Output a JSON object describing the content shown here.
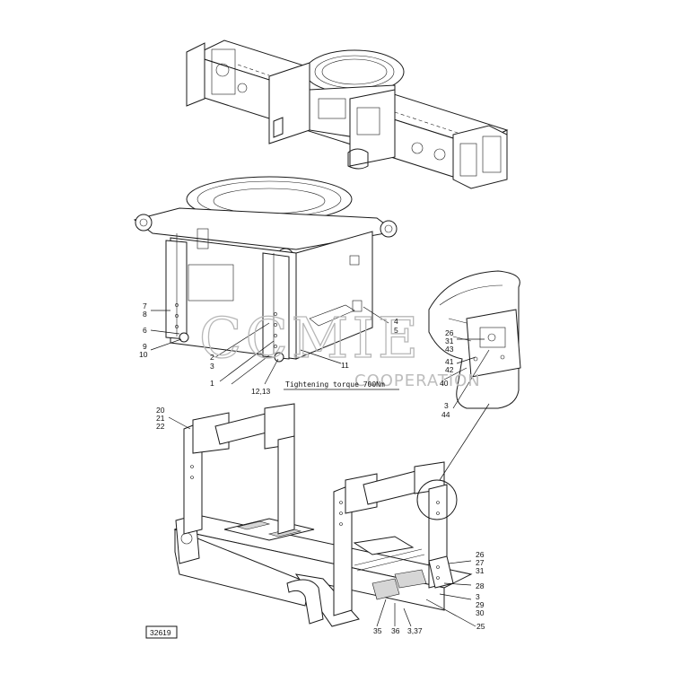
{
  "drawing_number": "32619",
  "watermark": {
    "line1": "CCMIE",
    "line2": "COOPERATION"
  },
  "torque_note": "Tightening torque 700Nm",
  "labels": {
    "l7": "7",
    "l8": "8",
    "l6": "6",
    "l9": "9",
    "l10": "10",
    "l2": "2",
    "l3a": "3",
    "l1": "1",
    "l12_13": "12,13",
    "l11": "11",
    "l4": "4",
    "l5": "5",
    "l26a": "26",
    "l31a": "31",
    "l43": "43",
    "l41": "41",
    "l42": "42",
    "l40": "40",
    "l3b": "3",
    "l44": "44",
    "l20": "20",
    "l21": "21",
    "l22": "22",
    "l26b": "26",
    "l27": "27",
    "l31b": "31",
    "l28": "28",
    "l3c": "3",
    "l29": "29",
    "l30": "30",
    "l25": "25",
    "l35": "35",
    "l36": "36",
    "l3_37": "3,37"
  },
  "colors": {
    "line": "#1a1a1a",
    "watermark": "#b7b7b7",
    "background": "#ffffff"
  }
}
